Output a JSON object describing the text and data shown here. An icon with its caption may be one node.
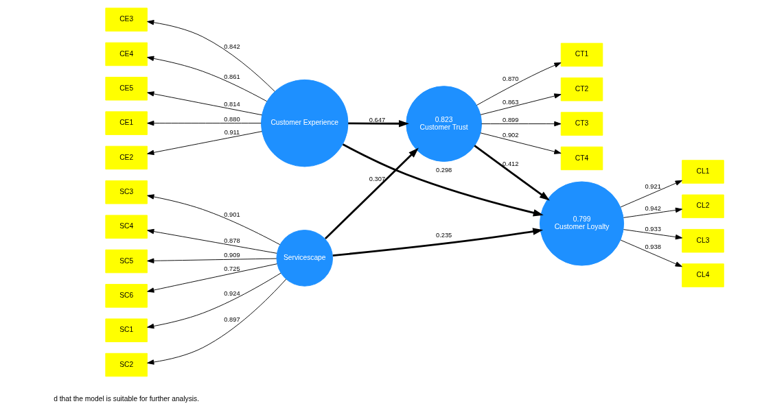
{
  "diagram": {
    "nodes": [
      {
        "text": [
          "Servicescape"
        ]
      },
      {
        "text": [
          "0.823",
          "Customer Trust"
        ]
      },
      {
        "text": [
          "Customer Experience"
        ]
      },
      {
        "text": [
          "0.799",
          "Customer Loyalty"
        ]
      },
      {
        "text": [
          "SC1"
        ]
      },
      {
        "text": [
          "SC2"
        ]
      },
      {
        "text": [
          "SC3"
        ]
      },
      {
        "text": [
          "SC4"
        ]
      },
      {
        "text": [
          "SC5"
        ]
      },
      {
        "text": [
          "SC6"
        ]
      },
      {
        "text": [
          "CE1"
        ]
      },
      {
        "text": [
          "CE2"
        ]
      },
      {
        "text": [
          "CE3"
        ]
      },
      {
        "text": [
          "CE4"
        ]
      },
      {
        "text": [
          "CE5"
        ]
      },
      {
        "text": [
          "CT1"
        ]
      },
      {
        "text": [
          "CT2"
        ]
      },
      {
        "text": [
          "CT3"
        ]
      },
      {
        "text": [
          "CT4"
        ]
      },
      {
        "text": [
          "CL1"
        ]
      },
      {
        "text": [
          "CL2"
        ]
      },
      {
        "text": [
          "CL3"
        ]
      },
      {
        "text": [
          "CL4"
        ]
      }
    ],
    "edges": [
      {
        "from": 0,
        "to": 4,
        "arrow": "to",
        "label": "0.924"
      },
      {
        "from": 0,
        "to": 5,
        "arrow": "to",
        "label": "0.897"
      },
      {
        "from": 0,
        "to": 6,
        "arrow": "to",
        "label": "0.901"
      },
      {
        "from": 0,
        "to": 7,
        "arrow": "to",
        "label": "0.878"
      },
      {
        "from": 0,
        "to": 8,
        "arrow": "to",
        "label": "0.909"
      },
      {
        "from": 0,
        "to": 9,
        "arrow": "to",
        "label": "0.725"
      },
      {
        "from": 2,
        "to": 10,
        "arrow": "to",
        "label": "0.880"
      },
      {
        "from": 2,
        "to": 11,
        "arrow": "to",
        "label": "0.911"
      },
      {
        "from": 2,
        "to": 12,
        "arrow": "to",
        "label": "0.842"
      },
      {
        "from": 2,
        "to": 13,
        "arrow": "to",
        "label": "0.861"
      },
      {
        "from": 2,
        "to": 14,
        "arrow": "to",
        "label": "0.814"
      },
      {
        "from": 1,
        "to": 15,
        "arrow": "to",
        "label": "0.870"
      },
      {
        "from": 1,
        "to": 16,
        "arrow": "to",
        "label": "0.863"
      },
      {
        "from": 1,
        "to": 17,
        "arrow": "to",
        "label": "0.899"
      },
      {
        "from": 1,
        "to": 18,
        "arrow": "to",
        "label": "0.902"
      },
      {
        "from": 3,
        "to": 19,
        "arrow": "to",
        "label": "0.921"
      },
      {
        "from": 3,
        "to": 20,
        "arrow": "to",
        "label": "0.942"
      },
      {
        "from": 3,
        "to": 21,
        "arrow": "to",
        "label": "0.933"
      },
      {
        "from": 3,
        "to": 22,
        "arrow": "to",
        "label": "0.938"
      },
      {
        "from": 0,
        "to": 1,
        "arrow": "to",
        "label": "0.307",
        "style": "thick"
      },
      {
        "from": 0,
        "to": 3,
        "arrow": "to",
        "label": "0.235",
        "style": "thick"
      },
      {
        "from": 2,
        "to": 1,
        "arrow": "to",
        "label": "0.647",
        "style": "thick"
      },
      {
        "from": 2,
        "to": 3,
        "arrow": "to",
        "label": "0.298",
        "style": "thick"
      },
      {
        "from": 1,
        "to": 3,
        "arrow": "to",
        "label": "0.412",
        "style": "thick"
      }
    ],
    "labels": [
      "d that the model is suitable for further analysis."
    ]
  }
}
